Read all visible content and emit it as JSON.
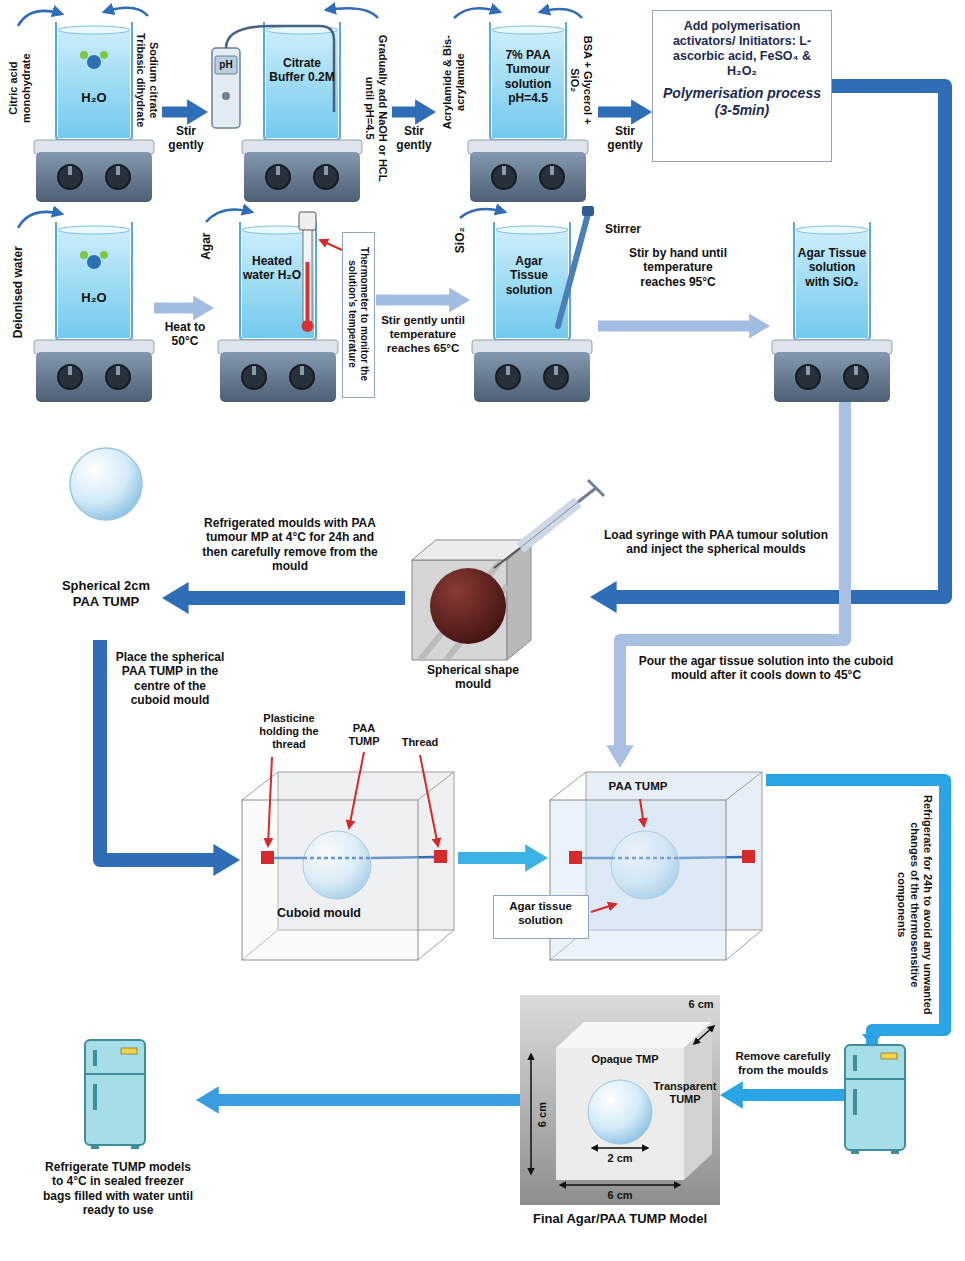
{
  "diagram": {
    "nodes": [
      {
        "text": [
          "H₂O"
        ]
      },
      {
        "text": [
          "Citrate Buffer 0.2M"
        ]
      },
      {
        "text": [
          "7% PAA Tumour solution pH=4.5"
        ]
      },
      {
        "text": [
          "Add polymerisation activators/ Initiators: L-ascorbic acid, FeSO₄ & H₂O₂",
          "Polymerisation process (3-5min)"
        ]
      },
      {
        "text": [
          "H₂O"
        ]
      },
      {
        "text": [
          "Heated water H₂O"
        ]
      },
      {
        "text": [
          "Thermometer to monitor the solution's temperature"
        ],
        "in": 5
      },
      {
        "text": [
          "Agar Tissue solution"
        ]
      },
      {
        "text": [
          "Agar Tissue solution with SiO₂"
        ]
      },
      {
        "text": [
          "Spherical 2cm PAA TUMP"
        ]
      },
      {
        "text": [
          "Spherical shape mould"
        ]
      },
      {
        "text": [
          "Cuboid mould"
        ]
      },
      {
        "text": [
          "PAA TUMP"
        ]
      },
      {
        "text": [
          "Agar tissue solution"
        ]
      },
      {
        "text": [
          "Final Agar/PAA TUMP Model"
        ]
      },
      {
        "text": [
          "Refrigerate TUMP models to 4°C in sealed freezer bags filled with water until ready to use"
        ]
      }
    ],
    "edges": [
      {
        "from": 0,
        "to": 1,
        "arrow": "to",
        "label": "Stir gently"
      },
      {
        "from": 1,
        "to": 2,
        "arrow": "to",
        "label": "Stir gently"
      },
      {
        "from": 2,
        "to": 3,
        "arrow": "to",
        "label": "Stir gently"
      },
      {
        "from": 3,
        "to": 10,
        "arrow": "to",
        "label": "Load syringe with PAA tumour solution and inject the spherical moulds"
      },
      {
        "from": 4,
        "to": 5,
        "arrow": "to",
        "label": "Heat to 50°C"
      },
      {
        "from": 5,
        "to": 7,
        "arrow": "to",
        "label": "Stir gently until temperature reaches 65°C"
      },
      {
        "from": 7,
        "to": 8,
        "arrow": "to",
        "label": "Stir by hand until temperature reaches 95°C"
      },
      {
        "from": 8,
        "to": 12,
        "arrow": "to",
        "label": "Pour the agar tissue solution into the cuboid mould after it cools down to 45°C"
      },
      {
        "from": 10,
        "to": 9,
        "arrow": "to",
        "label": "Refrigerated moulds with PAA tumour MP at 4°C for 24h and then carefully remove from the mould"
      },
      {
        "from": 9,
        "to": 11,
        "arrow": "to",
        "label": "Place the spherical PAA TUMP in the centre of the cuboid mould"
      },
      {
        "from": 11,
        "to": 12,
        "arrow": "to"
      },
      {
        "from": 12,
        "to": 14,
        "arrow": "to",
        "label": "Refrigerate for 24h to avoid any unwanted changes of the thermosensitive components"
      },
      {
        "from": 14,
        "to": 15,
        "arrow": "to"
      }
    ],
    "labels": [
      "Citric acid monohydrate",
      "Sodium citrate Tribasic dihydrate",
      "pH",
      "Gradually add NaOH or HCL until pH=4.5",
      "Acrylamide & Bis-acrylamide",
      "BSA + Glycerol + SiO₂",
      "Deionised water",
      "Agar",
      "SiO₂",
      "Stirrer",
      "Plasticine holding the thread",
      "PAA TUMP",
      "Thread",
      "Remove carefully from the moulds",
      "Opaque TMP",
      "Transparent TUMP",
      "6 cm",
      "6 cm",
      "2 cm",
      "6 cm"
    ]
  }
}
